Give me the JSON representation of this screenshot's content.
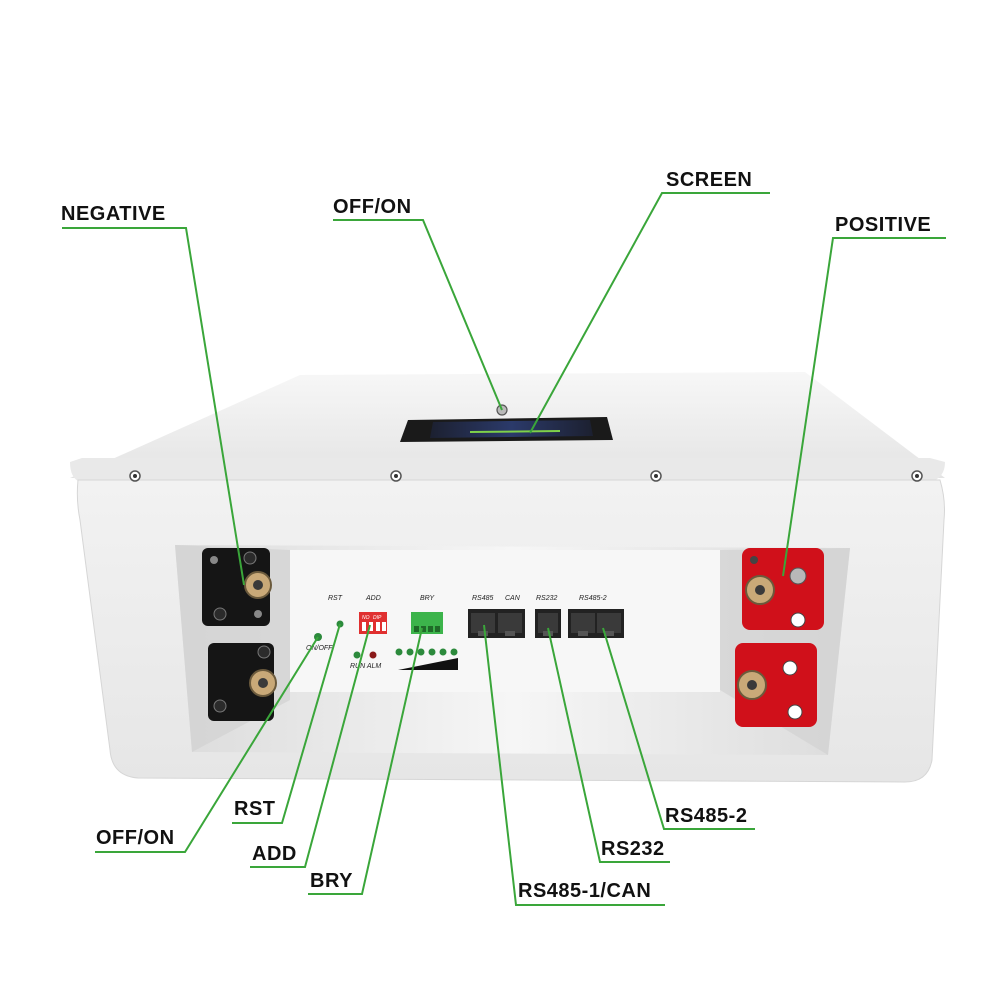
{
  "colors": {
    "leader_line": "#3aa63a",
    "terminal_negative": "#111111",
    "terminal_positive": "#d0101a",
    "dip_switch": "#e03030",
    "bry_connector": "#3cb44b",
    "casing": "#eeeeee"
  },
  "callouts": {
    "negative": "NEGATIVE",
    "off_on_top": "OFF/ON",
    "screen": "SCREEN",
    "positive": "POSITIVE",
    "rst": "RST",
    "off_on_bottom": "OFF/ON",
    "add": "ADD",
    "bry": "BRY",
    "rs485_1_can": "RS485-1/CAN",
    "rs232": "RS232",
    "rs485_2": "RS485-2"
  },
  "panel_labels": {
    "rst": "RST",
    "add": "ADD",
    "bry": "BRY",
    "rs485": "RS485",
    "can": "CAN",
    "rs232": "RS232",
    "rs485_2": "RS485-2",
    "on_off": "ON/OFF",
    "run_alm": "RUN ALM",
    "dip_no": "NO",
    "dip_dip": "DIP"
  }
}
